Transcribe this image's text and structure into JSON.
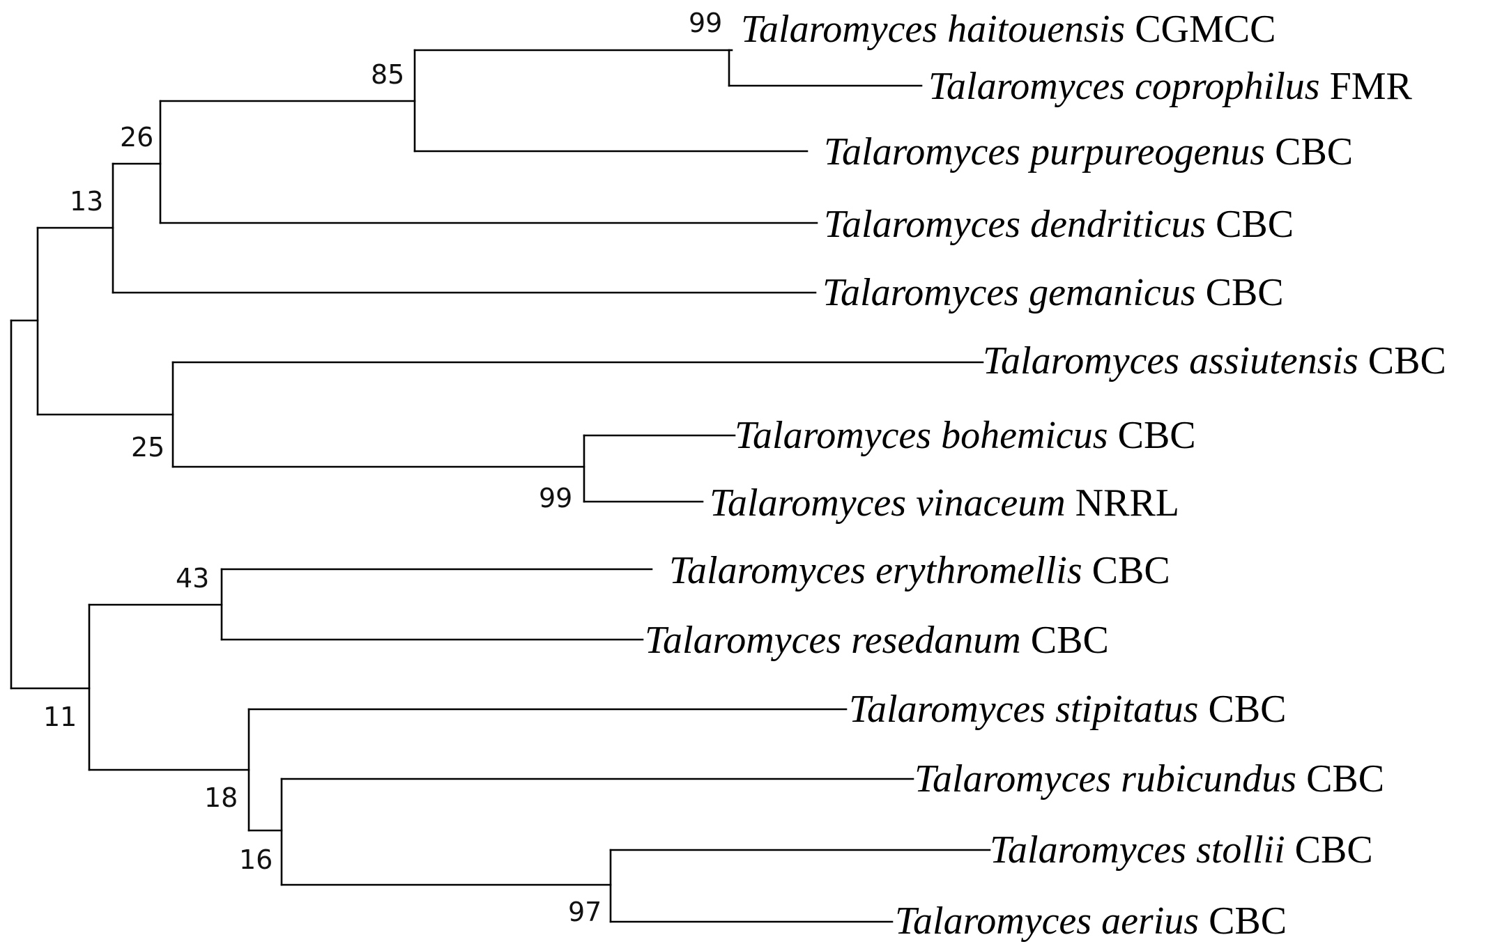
{
  "tree": {
    "support_values": {
      "n_haitouensis_coprophilus": "99",
      "n_85": "85",
      "n_26": "26",
      "n_13": "13",
      "n_25": "25",
      "n_bohemicus_vinaceum": "99",
      "n_43": "43",
      "n_11": "11",
      "n_18": "18",
      "n_16": "16",
      "n_97": "97"
    },
    "taxa": [
      {
        "genus": "Talaromyces",
        "epithet": "haitouensis",
        "collection": "CGMCC",
        "color": "#C0502A"
      },
      {
        "genus": "Talaromyces",
        "epithet": "coprophilus",
        "collection": "FMR",
        "color": "#000000"
      },
      {
        "genus": "Talaromyces",
        "epithet": "purpureogenus",
        "collection": "CBC",
        "color": "#000000"
      },
      {
        "genus": "Talaromyces",
        "epithet": "dendriticus",
        "collection": "CBC",
        "color": "#000000"
      },
      {
        "genus": "Talaromyces",
        "epithet": "gemanicus",
        "collection": "CBC",
        "color": "#000000"
      },
      {
        "genus": "Talaromyces",
        "epithet": "assiutensis",
        "collection": "CBC",
        "color": "#000000"
      },
      {
        "genus": "Talaromyces",
        "epithet": "bohemicus",
        "collection": "CBC",
        "color": "#000000"
      },
      {
        "genus": "Talaromyces",
        "epithet": "vinaceum",
        "collection": "NRRL",
        "color": "#000000"
      },
      {
        "genus": "Talaromyces",
        "epithet": "erythromellis",
        "collection": "CBC",
        "color": "#000000"
      },
      {
        "genus": "Talaromyces",
        "epithet": "resedanum",
        "collection": "CBC",
        "color": "#000000"
      },
      {
        "genus": "Talaromyces",
        "epithet": "stipitatus",
        "collection": "CBC",
        "color": "#000000"
      },
      {
        "genus": "Talaromyces",
        "epithet": "rubicundus",
        "collection": "CBC",
        "color": "#000000"
      },
      {
        "genus": "Talaromyces",
        "epithet": "stollii",
        "collection": "CBC",
        "color": "#000000"
      },
      {
        "genus": "Talaromyces",
        "epithet": "aerius",
        "collection": "CBC",
        "color": "#000000"
      }
    ]
  }
}
